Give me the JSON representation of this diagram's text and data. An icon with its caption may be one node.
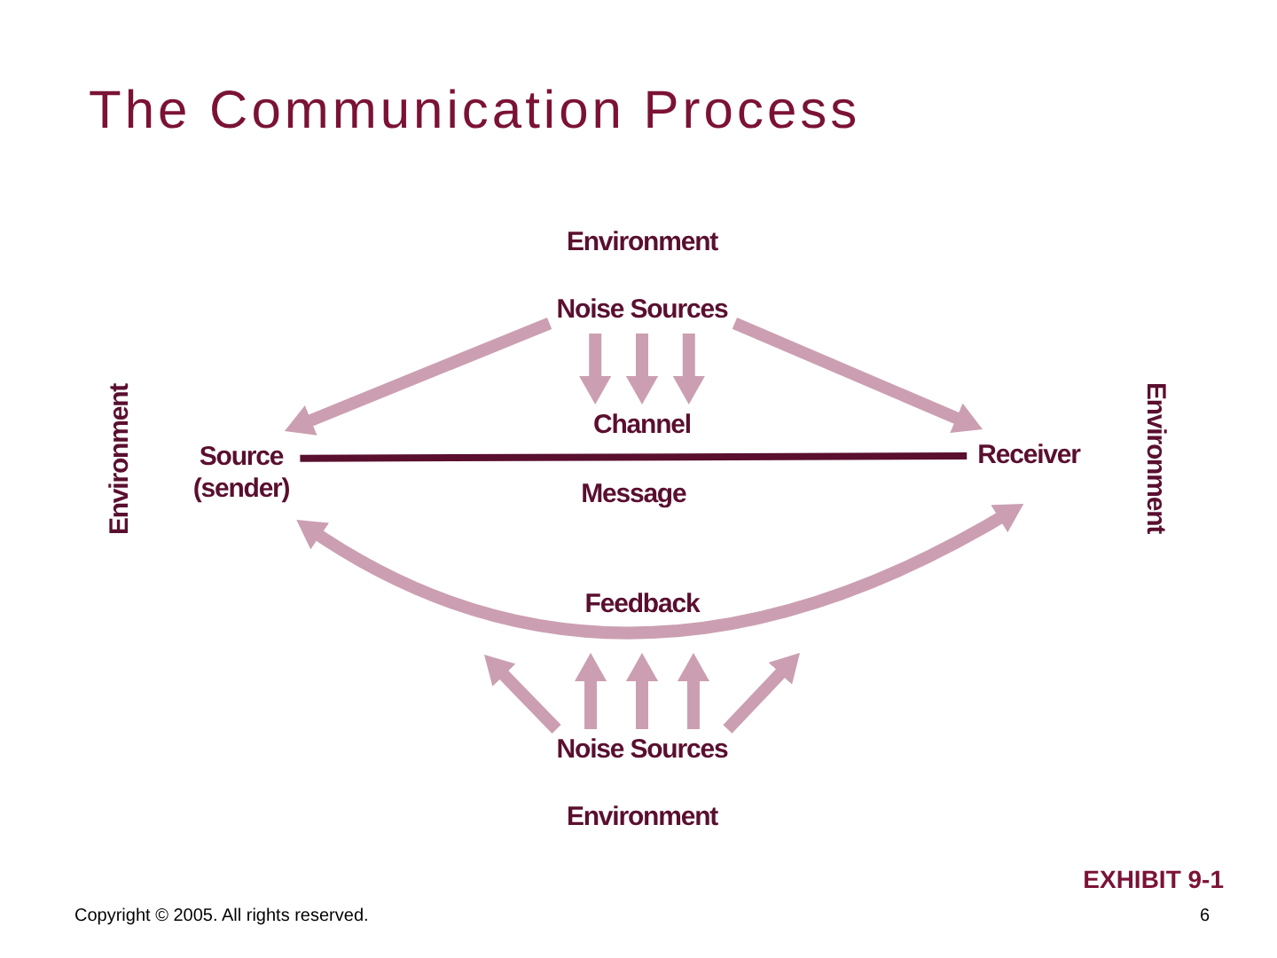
{
  "diagram": {
    "title": "The Communication Process",
    "nodes": [
      {
        "text": [
          "Noise Sources"
        ]
      },
      {
        "text": [
          "Channel"
        ]
      },
      {
        "text": [
          "Source (sender)"
        ]
      },
      {
        "text": [
          "Receiver"
        ]
      },
      {
        "text": [
          "Feedback"
        ]
      },
      {
        "text": [
          "Noise Sources"
        ]
      }
    ],
    "edges": [
      {
        "from": 2,
        "to": 3,
        "arrow": "none",
        "label": "Message",
        "color": "#5a0f2f"
      },
      {
        "from": 0,
        "to": 2,
        "arrow": "to"
      },
      {
        "from": 0,
        "to": 3,
        "arrow": "to"
      },
      {
        "from": 0,
        "to": 1,
        "arrow": "to"
      },
      {
        "from": 0,
        "to": 1,
        "arrow": "to"
      },
      {
        "from": 0,
        "to": 1,
        "arrow": "to"
      },
      {
        "from": 2,
        "to": 3,
        "arrow": "both"
      },
      {
        "from": 5,
        "to": null,
        "arrow": "to"
      },
      {
        "from": 5,
        "to": 4,
        "arrow": "to"
      },
      {
        "from": 5,
        "to": 4,
        "arrow": "to"
      },
      {
        "from": 5,
        "to": 4,
        "arrow": "to"
      },
      {
        "from": 5,
        "to": null,
        "arrow": "to"
      }
    ],
    "labels": [
      "Environment",
      "Environment",
      "Environment",
      "Environment",
      "EXHIBIT 9-1",
      "Copyright © 2005. All rights reserved.",
      "6"
    ]
  }
}
